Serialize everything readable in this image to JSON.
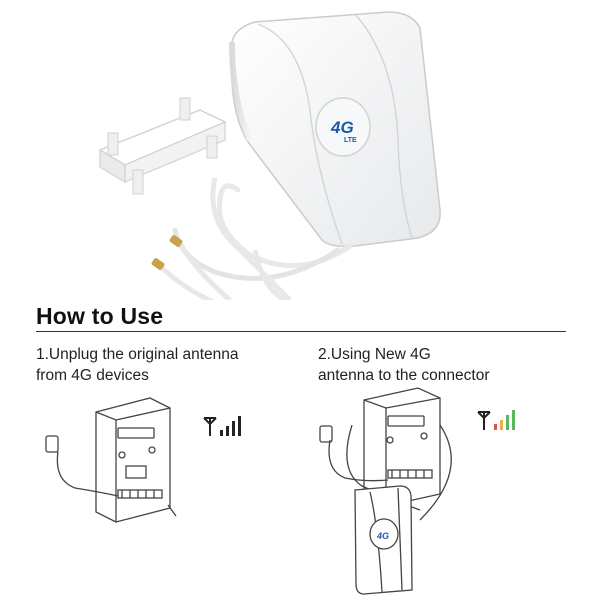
{
  "product": {
    "badge_main": "4G",
    "badge_sub": "LTE"
  },
  "how_to_use": {
    "heading": "How to Use",
    "steps": [
      {
        "line1": "1.Unplug the original antenna",
        "line2": "from 4G devices",
        "signal_colors": [
          "#222222",
          "#222222",
          "#222222",
          "#222222"
        ]
      },
      {
        "line1": "2.Using New 4G",
        "line2": "antenna to the connector",
        "signal_colors": [
          "#d9534f",
          "#f0ad4e",
          "#5cb85c",
          "#5cb85c"
        ]
      }
    ]
  }
}
